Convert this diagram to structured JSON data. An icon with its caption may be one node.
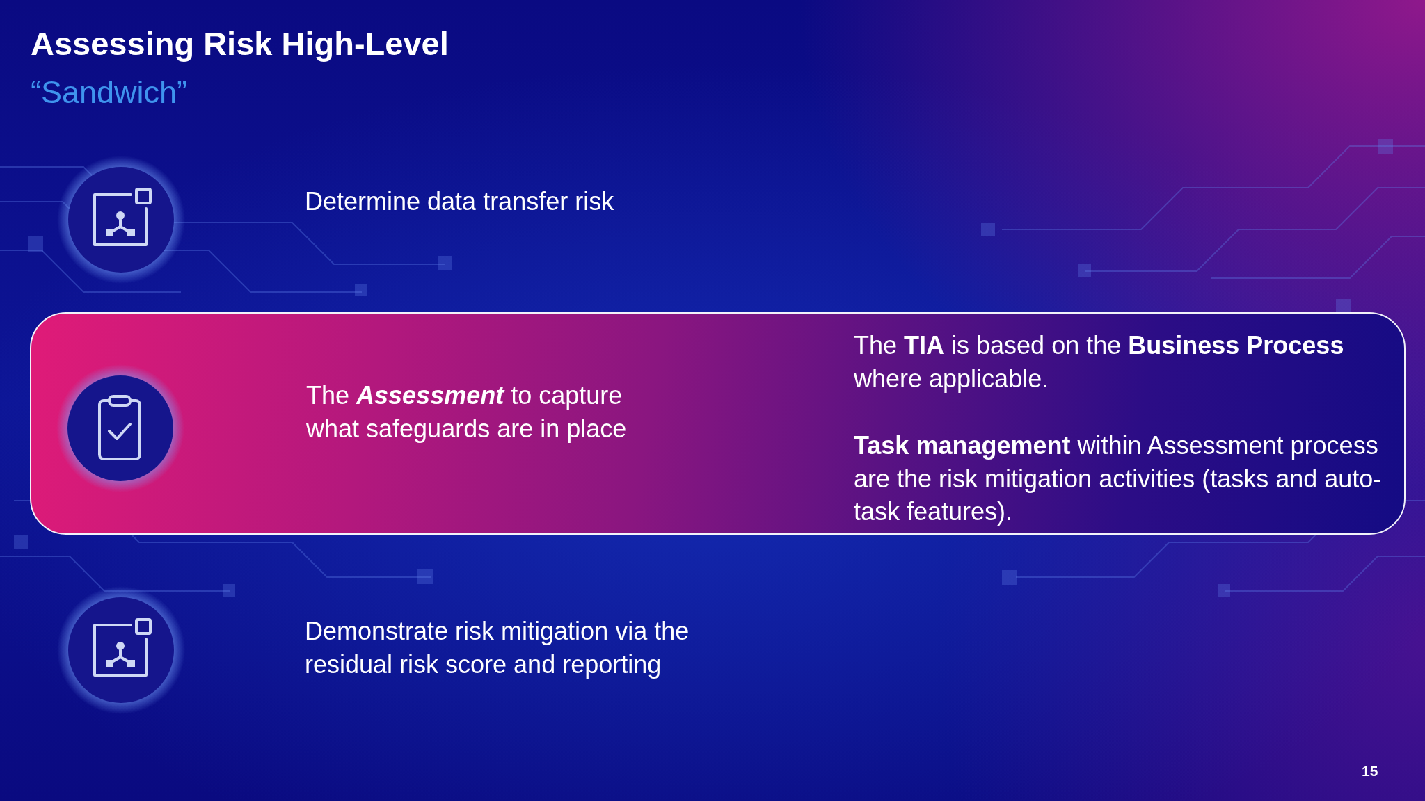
{
  "diagram": {
    "title": "Assessing Risk High-Level",
    "nodes": [
      {
        "text": [
          "The **Assessment** to capture what safeguards are in place",
          "The **TIA** is based on the **Business Process** where applicable.",
          "**Task management** within Assessment process are the risk mitigation activities (tasks and auto-task features)."
        ]
      }
    ],
    "labels": [
      "“Sandwich”",
      "Determine data transfer risk",
      "Demonstrate risk mitigation via the residual risk score and reporting",
      "15"
    ]
  }
}
